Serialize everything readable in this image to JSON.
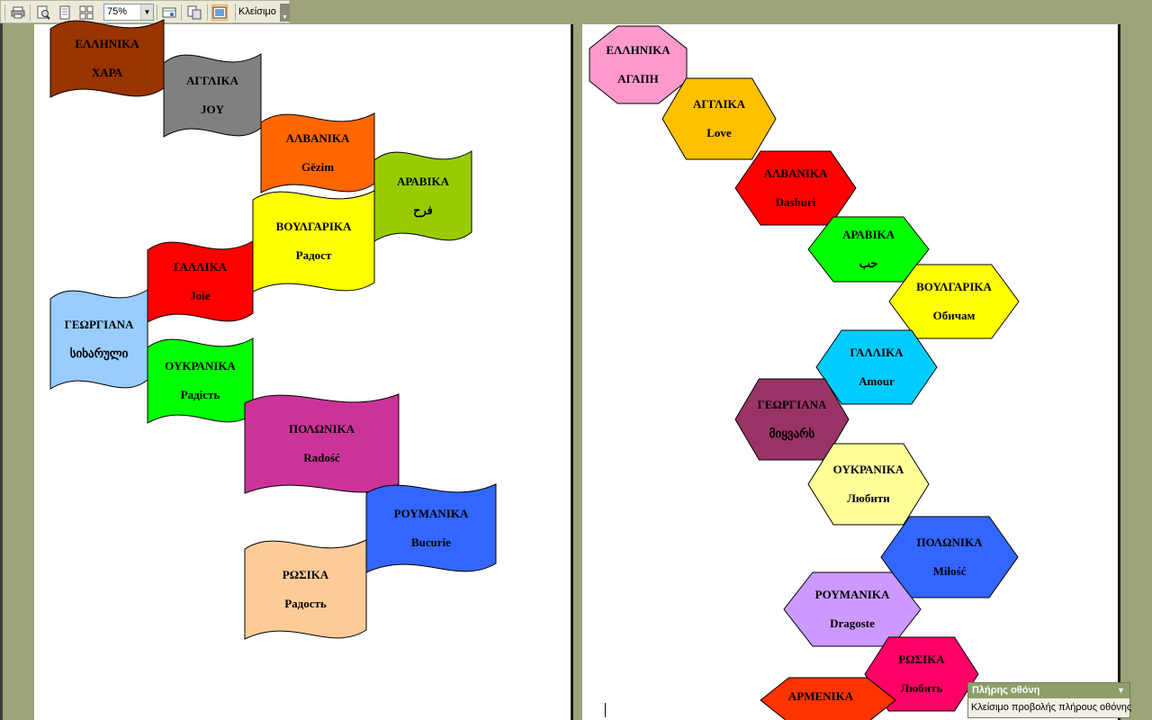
{
  "toolbar": {
    "zoom": "75%",
    "close_label": "Κλείσιμο",
    "buttons": [
      "print-icon",
      "print-preview-icon",
      "one-page-icon",
      "multiple-pages-icon",
      "shrink-icon",
      "view-ruler-icon",
      "fullscreen-icon"
    ]
  },
  "left_flags": [
    {
      "lang": "ΕΛΛΗΝΙΚΑ",
      "word": "ΧΑΡΑ",
      "color": "#993300"
    },
    {
      "lang": "ΑΓΓΛΙΚΑ",
      "word": "JOY",
      "color": "#808080"
    },
    {
      "lang": "ΑΛΒΑΝΙΚΑ",
      "word": "Gëzim",
      "color": "#ff6600"
    },
    {
      "lang": "ΑΡΑΒΙΚΑ",
      "word": "فرح",
      "color": "#99cc00"
    },
    {
      "lang": "ΒΟΥΛΓΑΡΙΚΑ",
      "word": "Радост",
      "color": "#ffff00"
    },
    {
      "lang": "ΓΑΛΛΙΚΑ",
      "word": "Joie",
      "color": "#ff0000"
    },
    {
      "lang": "ΓΕΩΡΓΙΑΝΑ",
      "word": "სიხარული",
      "color": "#99ccff"
    },
    {
      "lang": "ΟΥΚΡΑΝΙΚΑ",
      "word": "Радість",
      "color": "#00ff00"
    },
    {
      "lang": "ΠΟΛΩΝΙΚΑ",
      "word": "Radość",
      "color": "#cc3399"
    },
    {
      "lang": "ΡΟΥΜΑΝΙΚΑ",
      "word": "Bucurie",
      "color": "#3366ff"
    },
    {
      "lang": "ΡΩΣΙΚΑ",
      "word": "Радость",
      "color": "#ffcc99"
    }
  ],
  "right_shapes": [
    {
      "lang": "ΕΛΛΗΝΙΚΑ",
      "word": "ΑΓΑΠΗ",
      "color": "#ff99cc"
    },
    {
      "lang": "ΑΓΓΛΙΚΑ",
      "word": "Love",
      "color": "#ffc000"
    },
    {
      "lang": "ΑΛΒΑΝΙΚΑ",
      "word": "Dashuri",
      "color": "#ff0000"
    },
    {
      "lang": "ΑΡΑΒΙΚΑ",
      "word": "حب",
      "color": "#00ff00"
    },
    {
      "lang": "ΒΟΥΛΓΑΡΙΚΑ",
      "word": "Обичам",
      "color": "#ffff00"
    },
    {
      "lang": "ΓΑΛΛΙΚΑ",
      "word": "Amour",
      "color": "#00ccff"
    },
    {
      "lang": "ΓΕΩΡΓΙΑΝΑ",
      "word": "მიყვარს",
      "color": "#993366"
    },
    {
      "lang": "ΟΥΚΡΑΝΙΚΑ",
      "word": "Любити",
      "color": "#ffff99"
    },
    {
      "lang": "ΠΟΛΩΝΙΚΑ",
      "word": "Miłość",
      "color": "#3366ff"
    },
    {
      "lang": "ΡΟΥΜΑΝΙΚΑ",
      "word": "Dragoste",
      "color": "#cc99ff"
    },
    {
      "lang": "ΡΩΣΙΚΑ",
      "word": "Любить",
      "color": "#ff0066"
    },
    {
      "lang": "ΑΡΜΕΝΙΚΑ",
      "word": "",
      "color": "#ff3300"
    }
  ],
  "fullscreen_panel": {
    "title": "Πλήρης οθόνη",
    "link": "Κλείσιμο προβολής πλήρους οθόνης"
  }
}
